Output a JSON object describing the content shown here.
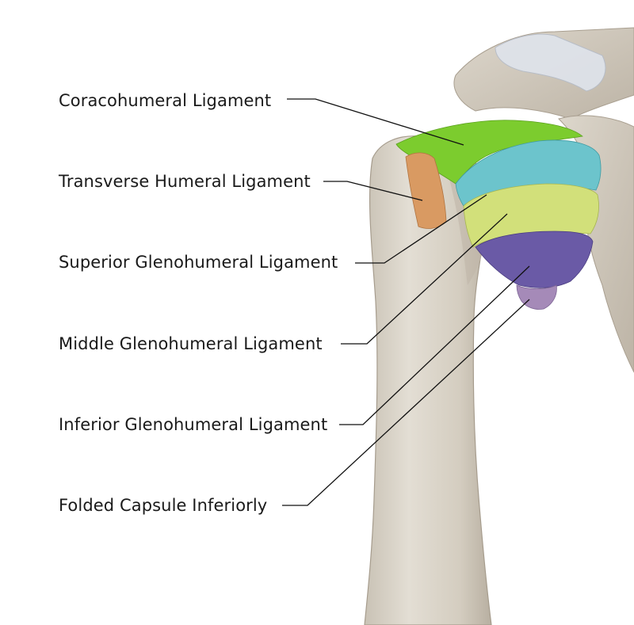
{
  "labels": {
    "coracohumeral": "Coracohumeral Ligament",
    "transverse_humeral": "Transverse Humeral Ligament",
    "superior_glenohumeral": "Superior Glenohumeral Ligament",
    "middle_glenohumeral": "Middle Glenohumeral Ligament",
    "inferior_glenohumeral": "Inferior Glenohumeral Ligament",
    "folded_capsule": "Folded Capsule Inferiorly"
  },
  "colors": {
    "bone": "#d9d3c7",
    "bone_shadow": "#b9b0a2",
    "coracohumeral": "#7ccc2e",
    "transverse_humeral": "#d99a62",
    "superior_glenohumeral": "#6cc4cc",
    "middle_glenohumeral": "#d2e07a",
    "inferior_glenohumeral": "#6a5aa6",
    "folded_capsule": "#a58ab8",
    "leader_line": "#111111"
  }
}
